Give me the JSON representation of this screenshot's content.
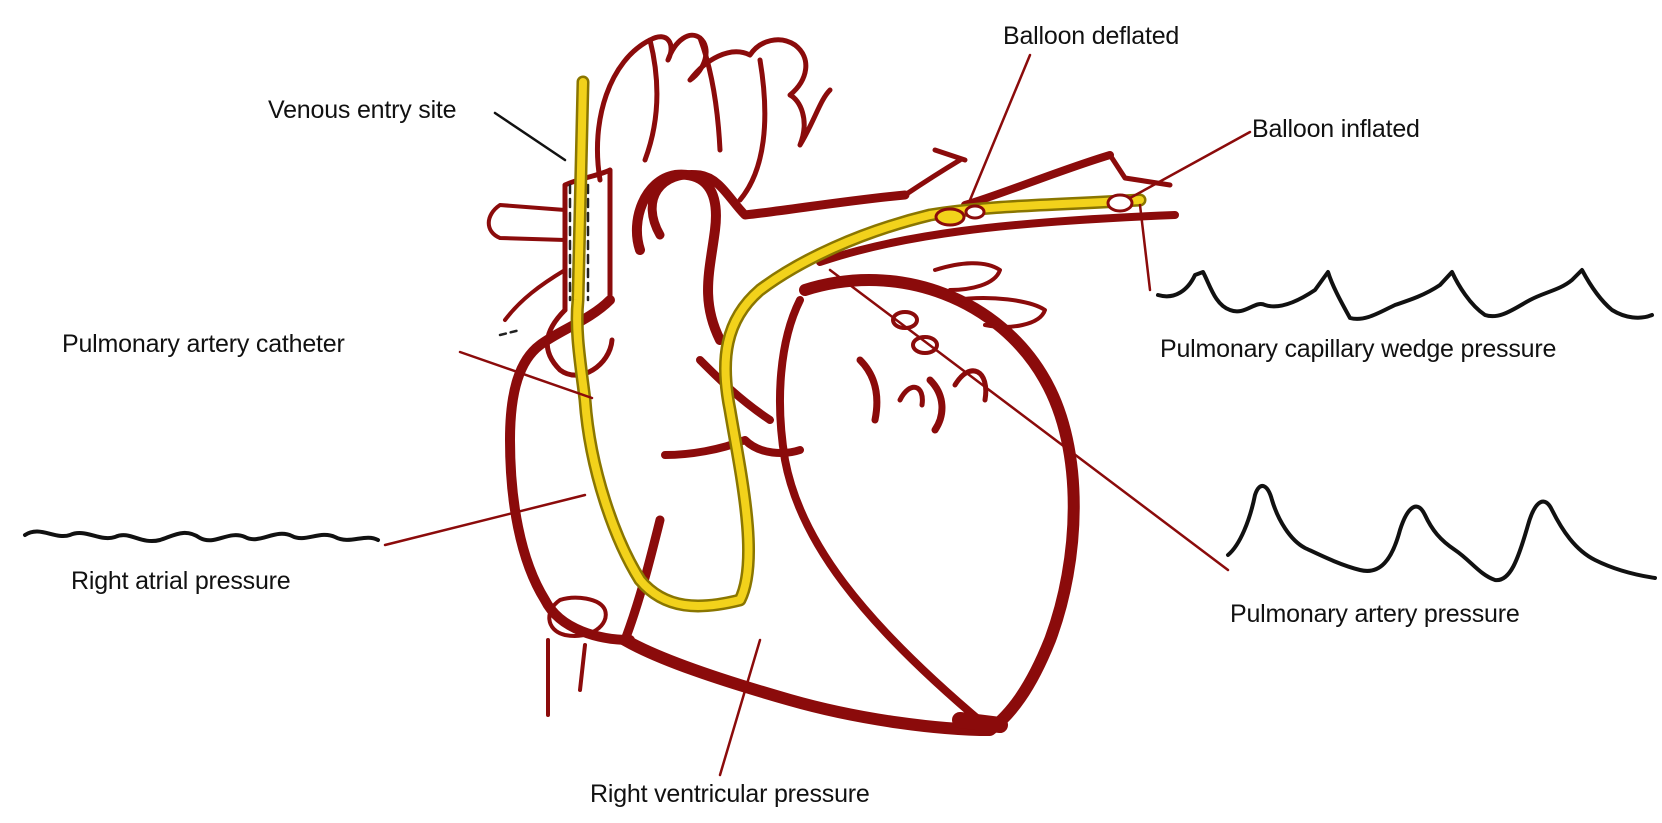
{
  "labels": {
    "venous_entry_site": "Venous entry site",
    "balloon_deflated": "Balloon deflated",
    "balloon_inflated": "Balloon inflated",
    "pulmonary_artery_catheter": "Pulmonary artery catheter",
    "pulmonary_capillary_wedge_pressure": "Pulmonary capillary wedge pressure",
    "right_atrial_pressure": "Right atrial pressure",
    "pulmonary_artery_pressure": "Pulmonary artery pressure",
    "right_ventricular_pressure": "Right ventricular pressure"
  },
  "colors": {
    "heart_outline": "#8b0b0b",
    "catheter_fill": "#f2d21b",
    "waveform": "#111111",
    "leader_line": "#8b0b0b"
  }
}
